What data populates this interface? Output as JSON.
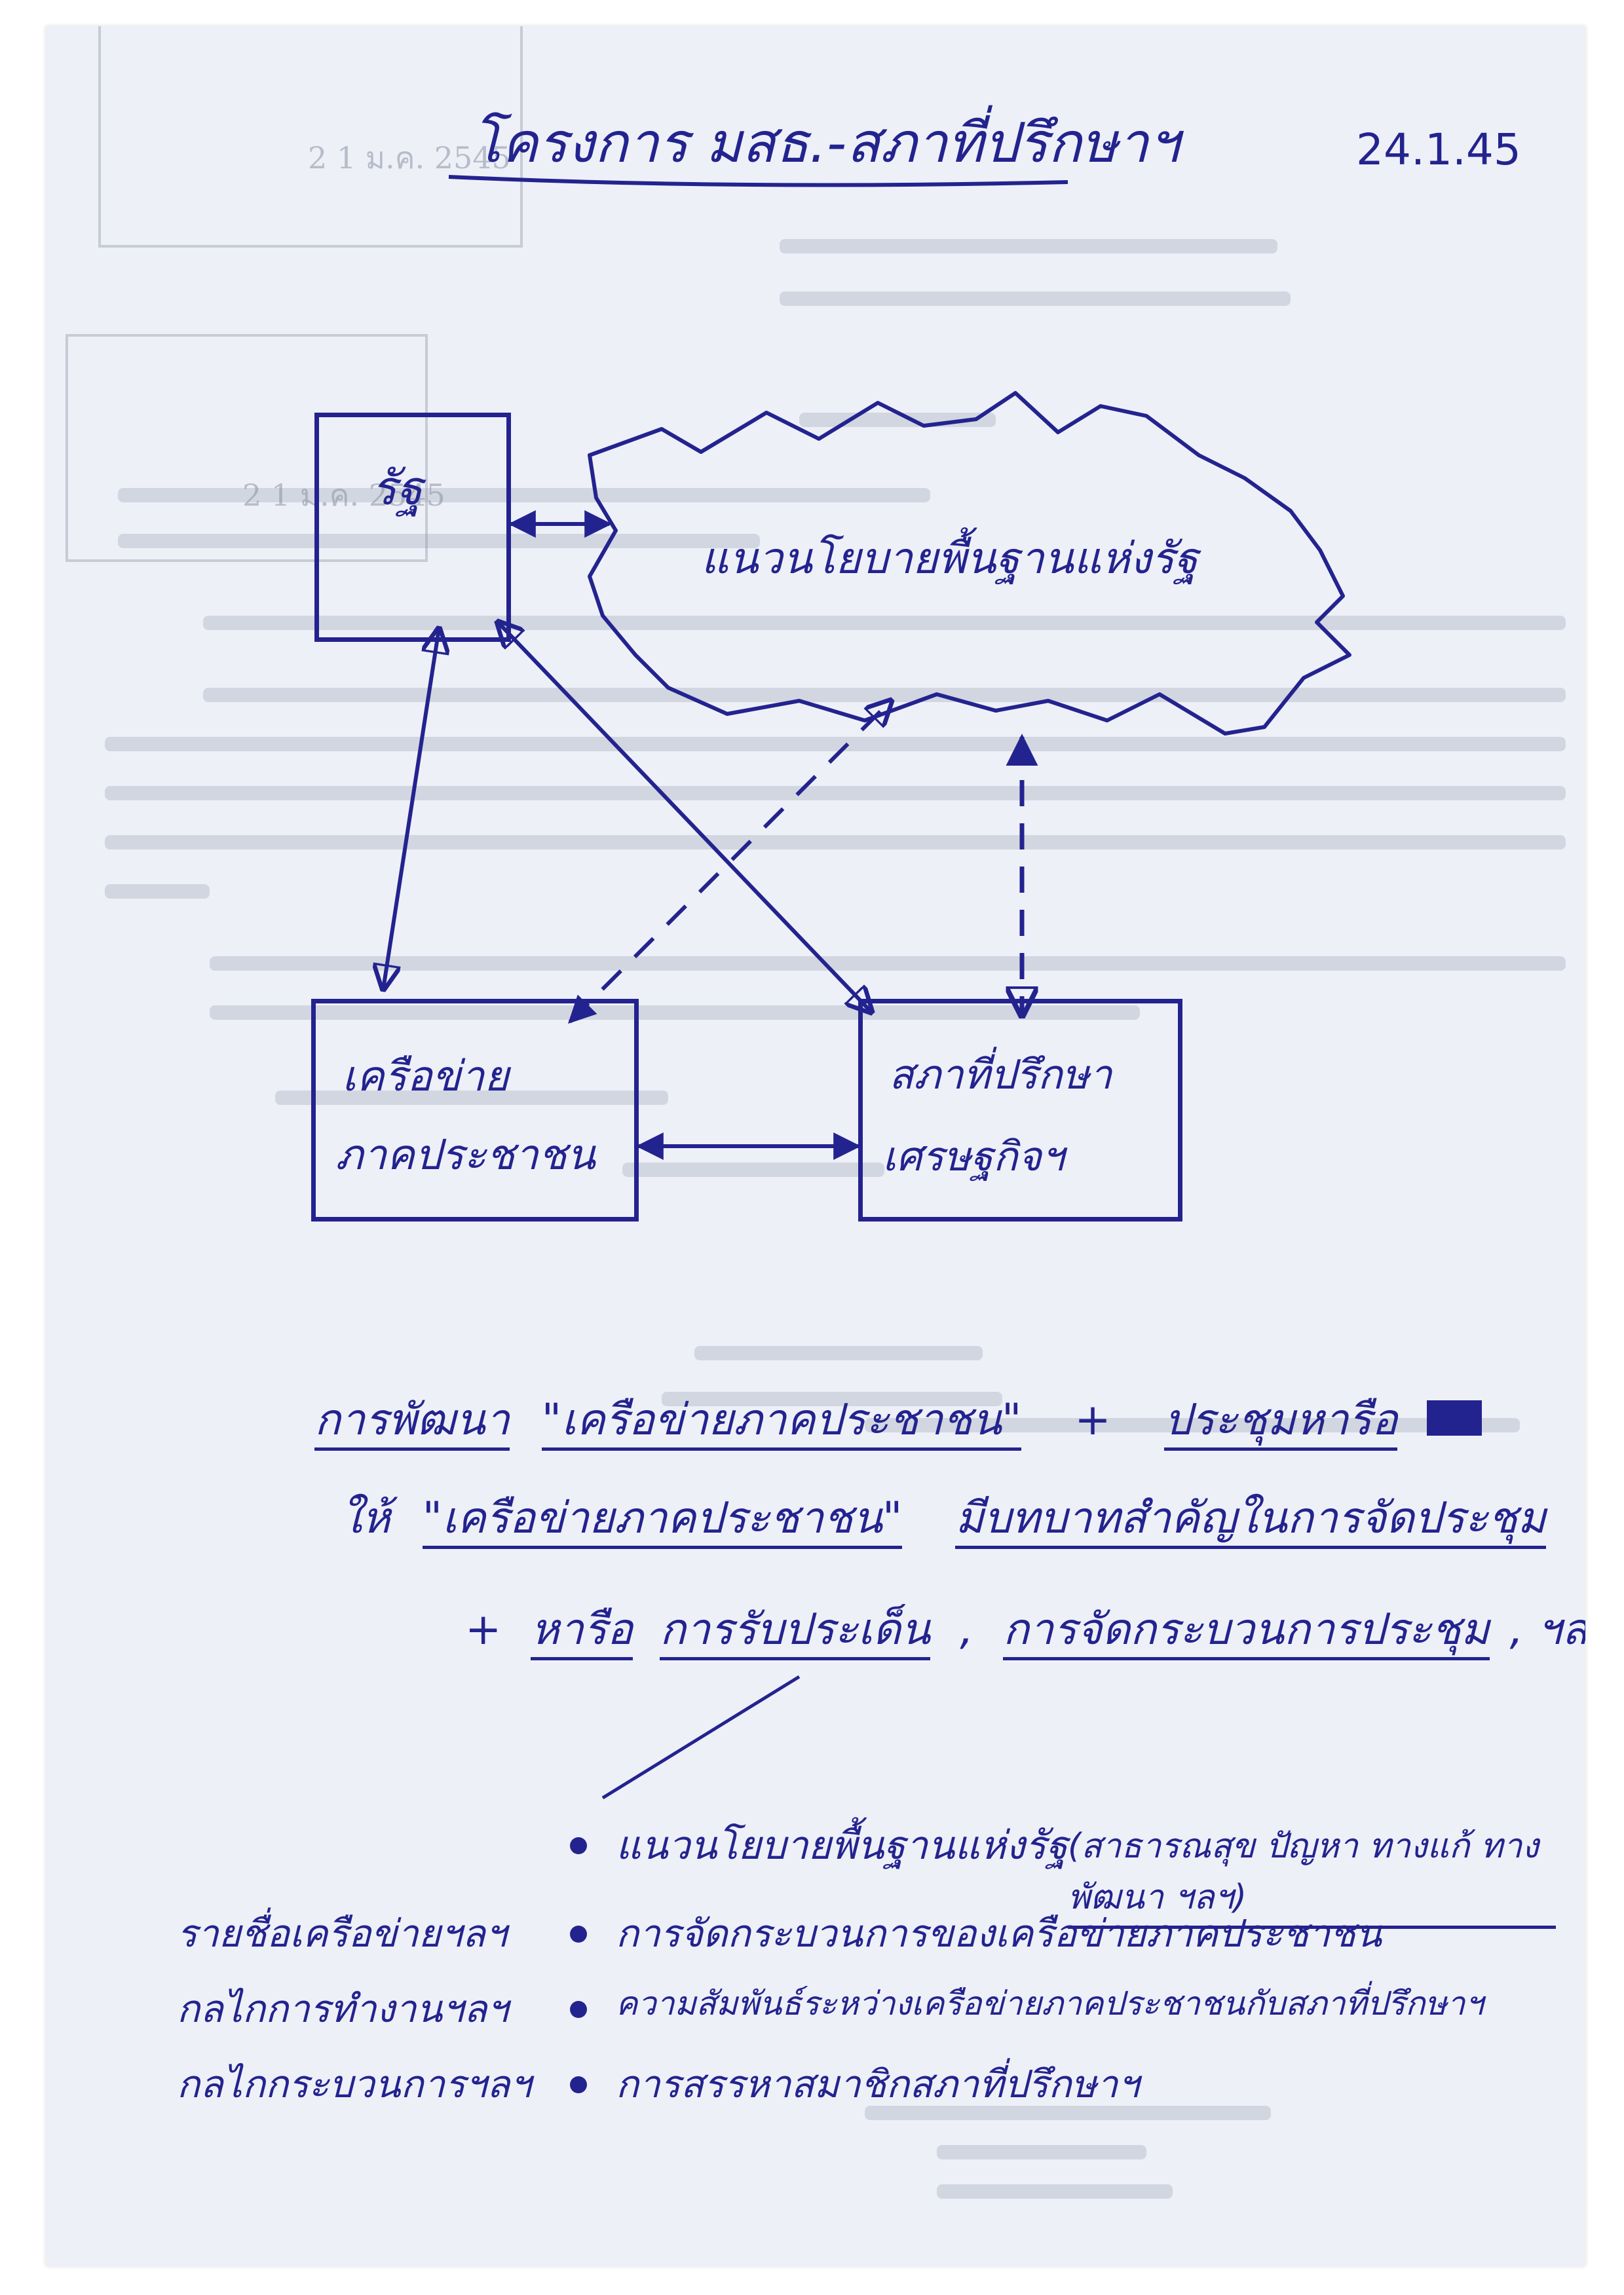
{
  "note": {
    "title": "โครงการ มสธ.-สภาที่ปรึกษาฯ",
    "date": "24.1.45",
    "boxes": {
      "state_label": "รัฐ",
      "cloud_label": "แนวนโยบายพื้นฐานแห่งรัฐ",
      "network_line1": "เครือข่าย",
      "network_line2": "ภาคประชาชน",
      "council_line1": "สภาที่ปรึกษา",
      "council_line2": "เศรษฐกิจฯ"
    },
    "lines": {
      "line1_a": "การพัฒนา",
      "line1_b": "\"เครือข่ายภาคประชาชน\"",
      "line1_c": "+",
      "line1_d": "ประชุมหารือ",
      "line2_a": "ให้",
      "line2_b": "\"เครือข่ายภาคประชาชน\"",
      "line2_c": "มีบทบาทสำคัญในการจัดประชุม",
      "line3_a": "+",
      "line3_b": "หารือ",
      "line3_c": "การรับประเด็น",
      "line3_d": ",",
      "line3_e": "การจัดกระบวนการประชุม",
      "line3_f": ", ฯลฯ"
    },
    "bullets": [
      {
        "left": "",
        "text": "แนวนโยบายพื้นฐานแห่งรัฐ",
        "paren": "(สาธารณสุข ปัญหา ทางแก้ ทางพัฒนา ฯลฯ)"
      },
      {
        "left": "รายชื่อเครือข่ายฯลฯ",
        "text": "การจัดกระบวนการของเครือข่ายภาคประชาชน",
        "paren": ""
      },
      {
        "left": "กลไกการทำงานฯลฯ",
        "text": "ความสัมพันธ์ระหว่างเครือข่ายภาคประชาชนกับสภาที่ปรึกษาฯ",
        "paren": ""
      },
      {
        "left": "กลไกกระบวนการฯลฯ",
        "text": "การสรรหาสมาชิกสภาที่ปรึกษาฯ",
        "paren": ""
      }
    ]
  },
  "stamps": {
    "stamp1_date": "2 1 ม.ค. 2545",
    "stamp2_date": "2 1 ม.ค. 2545"
  }
}
